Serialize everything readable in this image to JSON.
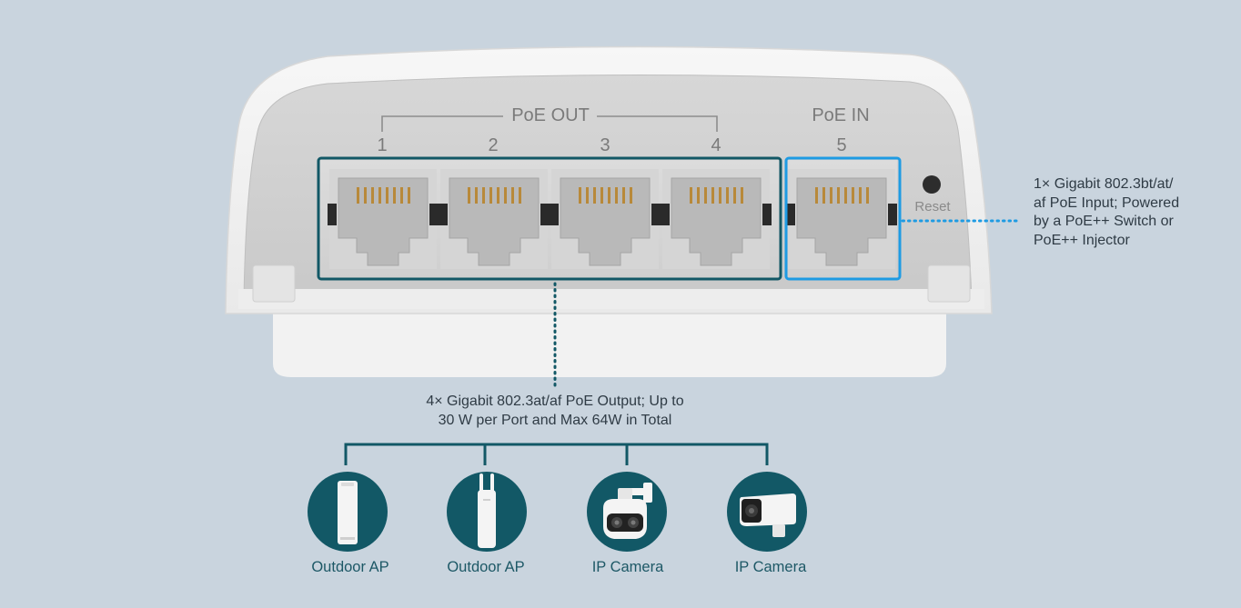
{
  "ports": {
    "poe_out_title": "PoE OUT",
    "poe_in_title": "PoE IN",
    "numbers": [
      "1",
      "2",
      "3",
      "4",
      "5"
    ],
    "reset_label": "Reset"
  },
  "descriptions": {
    "input": "1× Gigabit 802.3bt/at/ af PoE Input; Powered by a PoE++ Switch or PoE++ Injector",
    "input_lines": [
      "1× Gigabit 802.3bt/at/",
      "af PoE Input; Powered",
      "by a PoE++ Switch or",
      "PoE++ Injector"
    ],
    "output_lines": [
      "4× Gigabit 802.3at/af PoE Output; Up to",
      "30 W per Port and Max 64W in Total"
    ]
  },
  "devices": [
    {
      "label": "Outdoor AP",
      "icon": "outdoor-ap-icon"
    },
    {
      "label": "Outdoor AP",
      "icon": "outdoor-ap-antenna-icon"
    },
    {
      "label": "IP Camera",
      "icon": "ptz-camera-icon"
    },
    {
      "label": "IP Camera",
      "icon": "bullet-camera-icon"
    }
  ],
  "colors": {
    "background": "#c9d4de",
    "accent_teal": "#125866",
    "accent_blue": "#1e9be3",
    "text_dark": "#2f3b45"
  }
}
